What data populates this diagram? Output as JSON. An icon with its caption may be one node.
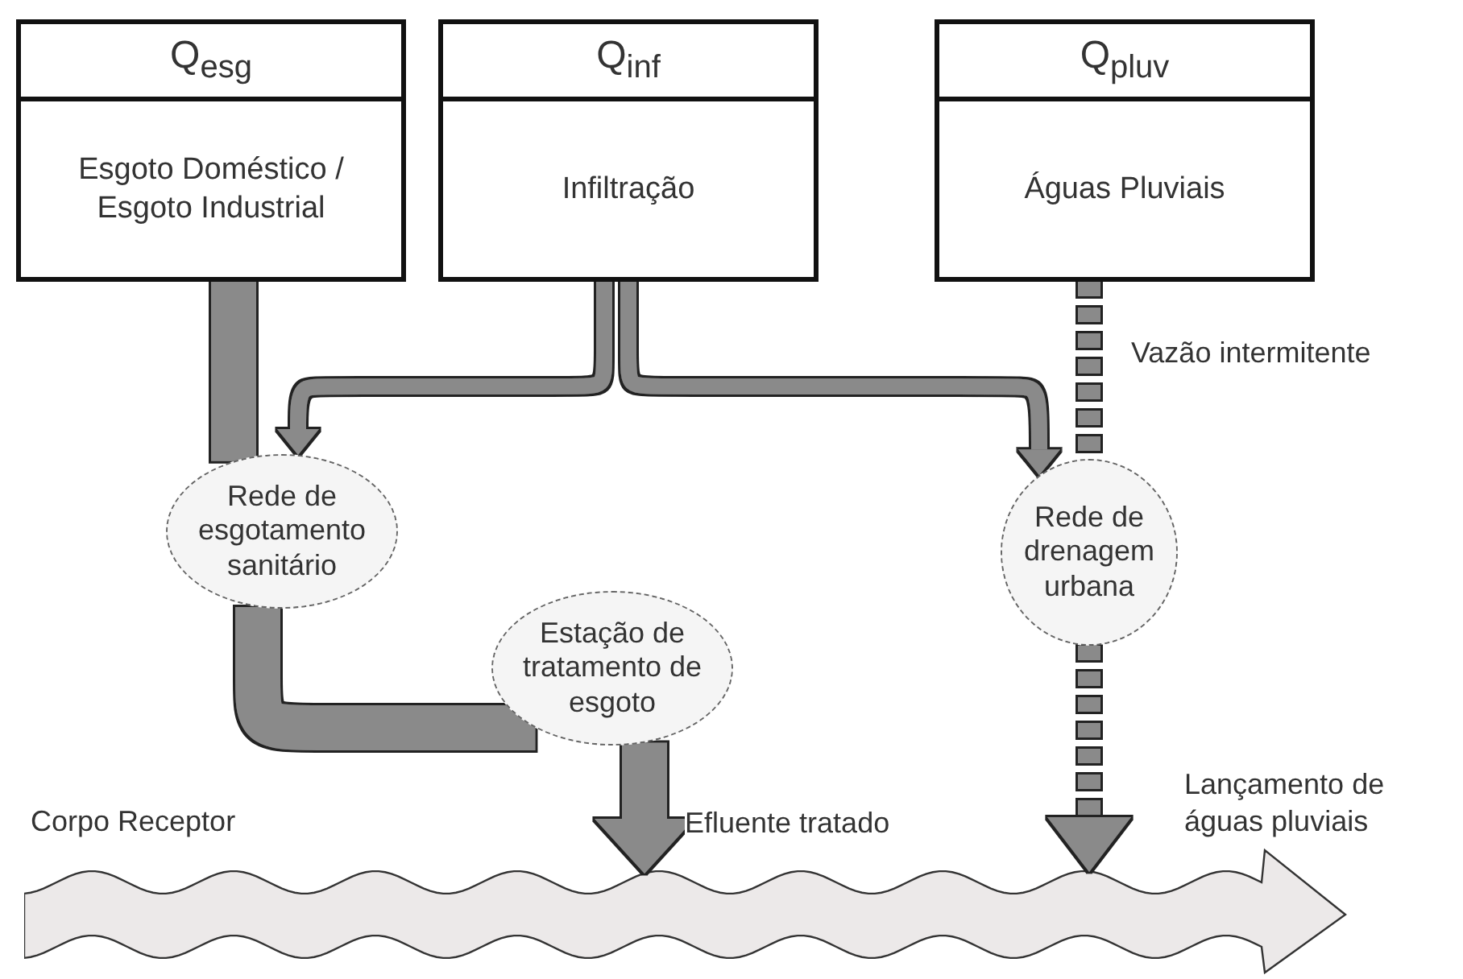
{
  "diagram": {
    "nodes": [
      {
        "text": [
          "Q$_{esg}$",
          "Esgoto Doméstico / Esgoto Industrial"
        ]
      },
      {
        "text": [
          "Q$_{inf}$",
          "Infiltração"
        ]
      },
      {
        "text": [
          "Q$_{pluv}$",
          "Águas Pluviais"
        ]
      },
      {
        "text": [
          "Rede de esgotamento sanitário"
        ]
      },
      {
        "text": [
          "Rede de drenagem urbana"
        ]
      },
      {
        "text": [
          "Estação de tratamento de esgoto"
        ]
      },
      {
        "text": [
          "Corpo Receptor"
        ]
      }
    ],
    "edges": [
      {
        "from": 0,
        "to": 3,
        "arrow": "none",
        "style": "thick"
      },
      {
        "from": 1,
        "to": 3,
        "arrow": "to"
      },
      {
        "from": 1,
        "to": 4,
        "arrow": "to"
      },
      {
        "from": 2,
        "to": 4,
        "arrow": "none",
        "style": "dashed",
        "label": "Vazão intermitente"
      },
      {
        "from": 3,
        "to": 5,
        "arrow": "none",
        "style": "thick"
      },
      {
        "from": 5,
        "to": 6,
        "arrow": "to",
        "style": "thick",
        "label": "Efluente tratado"
      },
      {
        "from": 4,
        "to": 6,
        "arrow": "to",
        "style": "dashed",
        "label": "Lançamento de águas pluviais"
      }
    ]
  }
}
